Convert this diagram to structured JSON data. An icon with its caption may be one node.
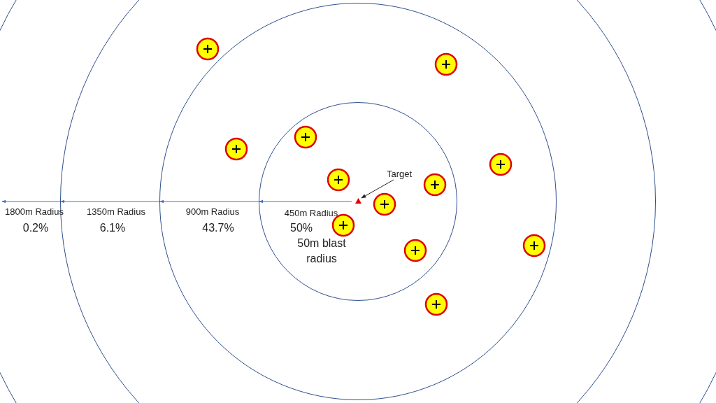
{
  "diagram": {
    "nodes": [
      {
        "text": [
          "1800m Radius",
          "0.2%"
        ]
      },
      {
        "text": [
          "1350m Radius",
          "6.1%"
        ],
        "in": 0
      },
      {
        "text": [
          "900m Radius",
          "43.7%"
        ],
        "in": 1
      },
      {
        "text": [
          "450m Radius",
          "50%"
        ],
        "in": 2
      },
      {
        "text": [
          "Target"
        ],
        "in": 3
      },
      {
        "text": [],
        "shape": "triangle",
        "in": 3
      }
    ],
    "edges": [
      {
        "from": 4,
        "to": 5,
        "arrow": "to"
      }
    ],
    "labels": [
      "50m blast radius"
    ]
  }
}
